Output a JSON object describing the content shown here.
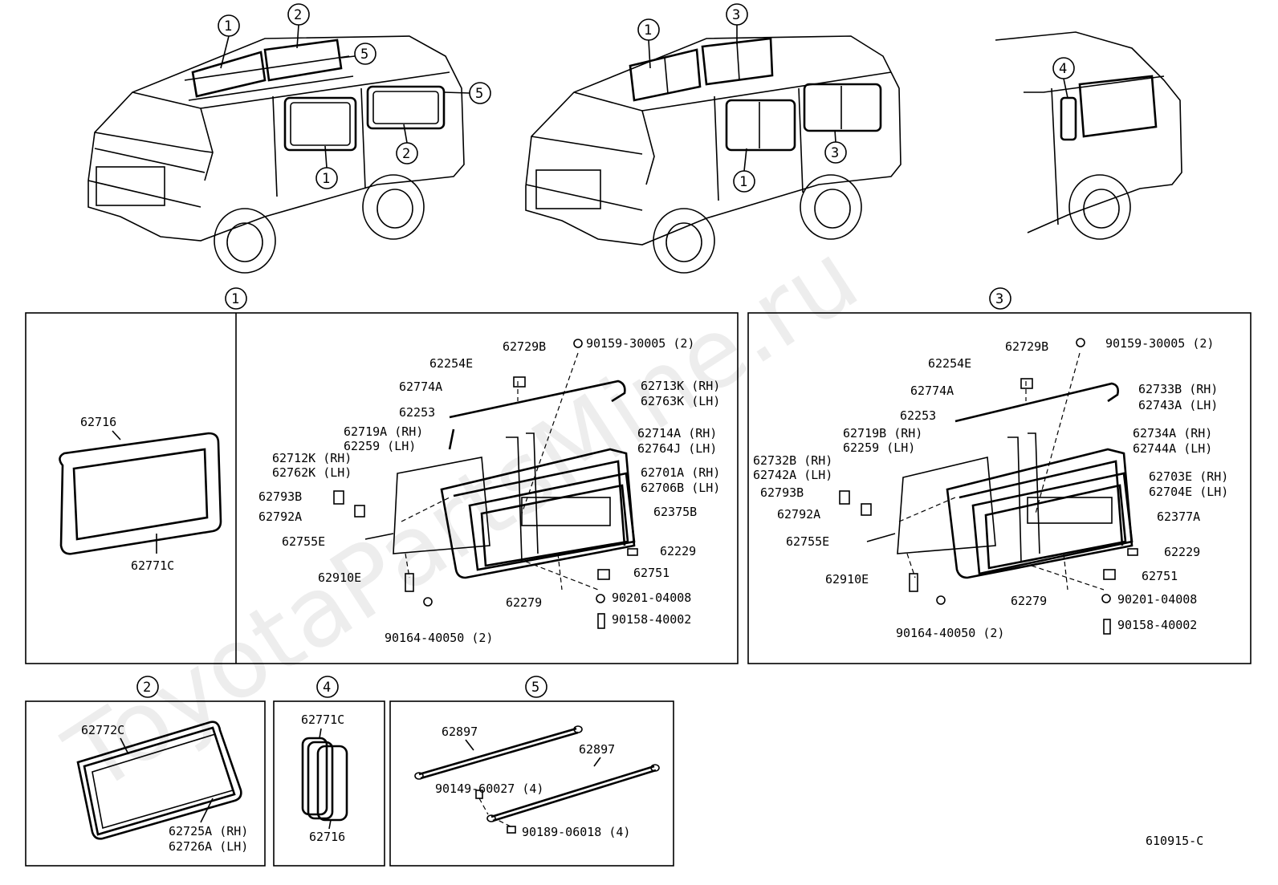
{
  "watermark": "ToyotaPartsMine.ru",
  "diagram_code": "610915-C",
  "callouts": {
    "c1": "1",
    "c2": "2",
    "c3": "3",
    "c4": "4",
    "c5": "5"
  },
  "panel1_left": {
    "label_a": "62716",
    "label_b": "62771C"
  },
  "panel1_right": {
    "p62729B": "62729B",
    "p90159": "90159-30005 (2)",
    "p62254E": "62254E",
    "p62774A": "62774A",
    "p62713K": "62713K (RH)",
    "p62763K": "62763K (LH)",
    "p62253": "62253",
    "p62719A": "62719A (RH)",
    "p62259": "62259    (LH)",
    "p62714A": "62714A (RH)",
    "p62764J": "62764J (LH)",
    "p62712K": "62712K (RH)",
    "p62762K": "62762K (LH)",
    "p62701A": "62701A (RH)",
    "p62706B": "62706B (LH)",
    "p62793B": "62793B",
    "p62792A": "62792A",
    "p62375B": "62375B",
    "p62755E": "62755E",
    "p62229": "62229",
    "p62751": "62751",
    "p62910E": "62910E",
    "p62279": "62279",
    "p90201": "90201-04008",
    "p90158": "90158-40002",
    "p90164": "90164-40050 (2)"
  },
  "panel3": {
    "p62729B": "62729B",
    "p90159": "90159-30005 (2)",
    "p62254E": "62254E",
    "p62774A": "62774A",
    "p62733B": "62733B (RH)",
    "p62743A": "62743A (LH)",
    "p62253": "62253",
    "p62719B": "62719B (RH)",
    "p62259": "62259    (LH)",
    "p62734A": "62734A (RH)",
    "p62744A": "62744A (LH)",
    "p62732B": "62732B (RH)",
    "p62742A": "62742A (LH)",
    "p62703E": "62703E (RH)",
    "p62704E": "62704E (LH)",
    "p62793B": "62793B",
    "p62792A": "62792A",
    "p62377A": "62377A",
    "p62755E": "62755E",
    "p62229": "62229",
    "p62751": "62751",
    "p62910E": "62910E",
    "p62279": "62279",
    "p90201": "90201-04008",
    "p90158": "90158-40002",
    "p90164": "90164-40050 (2)"
  },
  "panel2": {
    "p62772C": "62772C",
    "p62725A": "62725A (RH)",
    "p62726A": "62726A (LH)"
  },
  "panel4": {
    "p62771C": "62771C",
    "p62716": "62716"
  },
  "panel5": {
    "p62897a": "62897",
    "p62897b": "62897",
    "p90149": "90149-60027 (4)",
    "p90189": "90189-06018 (4)"
  }
}
